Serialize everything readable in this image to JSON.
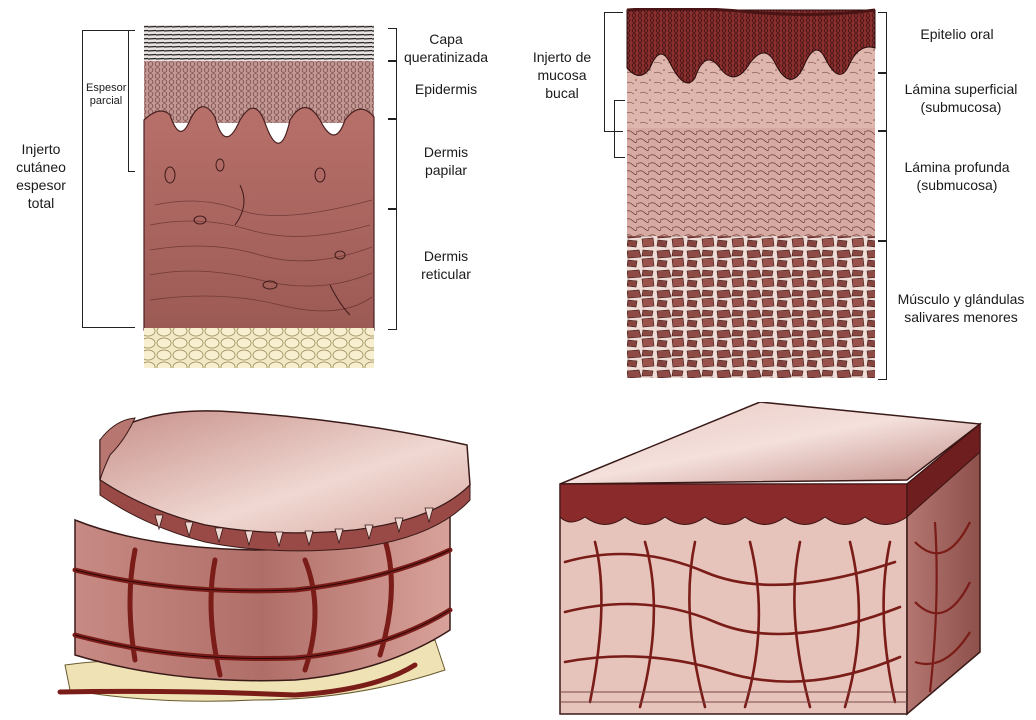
{
  "left_top": {
    "full_thickness_label": "Injerto\ncutáneo\nespesor\ntotal",
    "partial_label": "Espesor\nparcial",
    "keratin_label": "Capa\nqueratinizada",
    "epidermis_label": "Epidermis",
    "papillary_label": "Dermis\npapilar",
    "reticular_label": "Dermis\nreticular"
  },
  "right_top": {
    "graft_label": "Injerto de\nmucosa\nbucal",
    "oral_epithelium_label": "Epitelio oral",
    "superficial_lamina_label": "Lámina superficial\n(submucosa)",
    "deep_lamina_label": "Lámina profunda\n(submucosa)",
    "muscle_label": "Músculo y glándulas\nsalivares menores"
  },
  "colors": {
    "keratin": "#3a3030",
    "epidermis": "#b88a86",
    "dermis": "#a0605c",
    "fat": "#efe2b4",
    "oral_epithelium": "#8a2e2e",
    "lamina": "#dcb2aa",
    "muscle": "#8e4a44",
    "vessel": "#7a1c18"
  }
}
